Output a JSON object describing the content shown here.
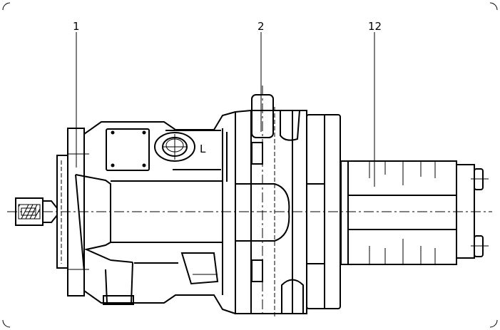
{
  "drawing": {
    "callouts": [
      {
        "label": "1"
      },
      {
        "label": "2"
      },
      {
        "label": "12"
      }
    ],
    "port_label": "L"
  }
}
